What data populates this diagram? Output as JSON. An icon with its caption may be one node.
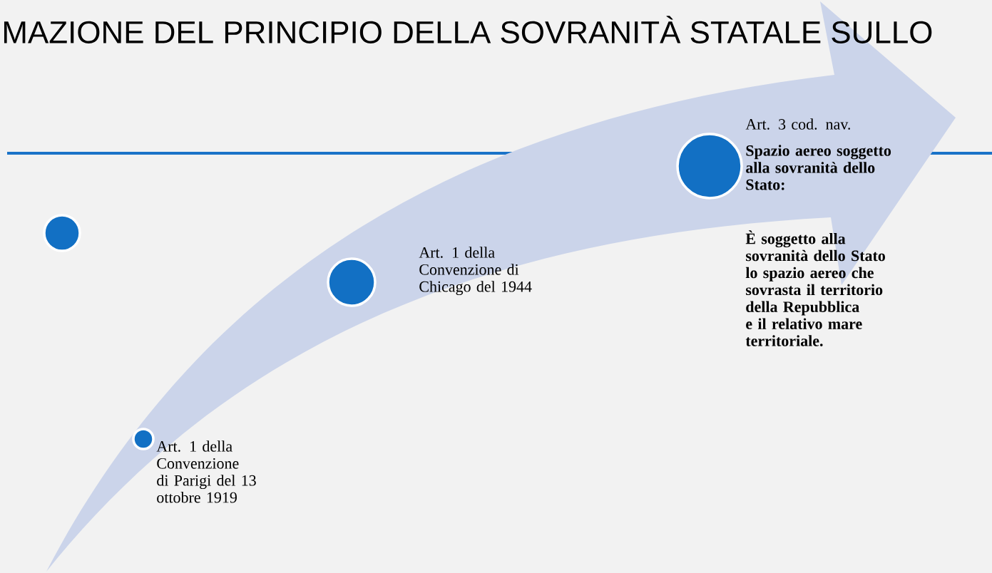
{
  "diagram": {
    "title": "MAZIONE DEL PRINCIPIO DELLA SOVRANITÀ STATALE SULLO",
    "nodes": [
      {
        "text": [],
        "shape": "circle"
      },
      {
        "text": [],
        "shape": "circle",
        "beside": [
          "Art. 1 della Convenzione di Parigi del 13 ottobre 1919"
        ]
      },
      {
        "text": [],
        "shape": "circle",
        "beside": [
          "Art. 1 della Convenzione di Chicago del 1944"
        ]
      },
      {
        "text": [],
        "shape": "circle",
        "beside": [
          "Art. 3  cod. nav.",
          "Spazio aereo soggetto alla sovranità dello Stato:",
          "È soggetto alla sovranità dello Stato lo spazio aereo che sovrasta il territorio della Repubblica e il relativo mare territoriale."
        ]
      }
    ]
  }
}
